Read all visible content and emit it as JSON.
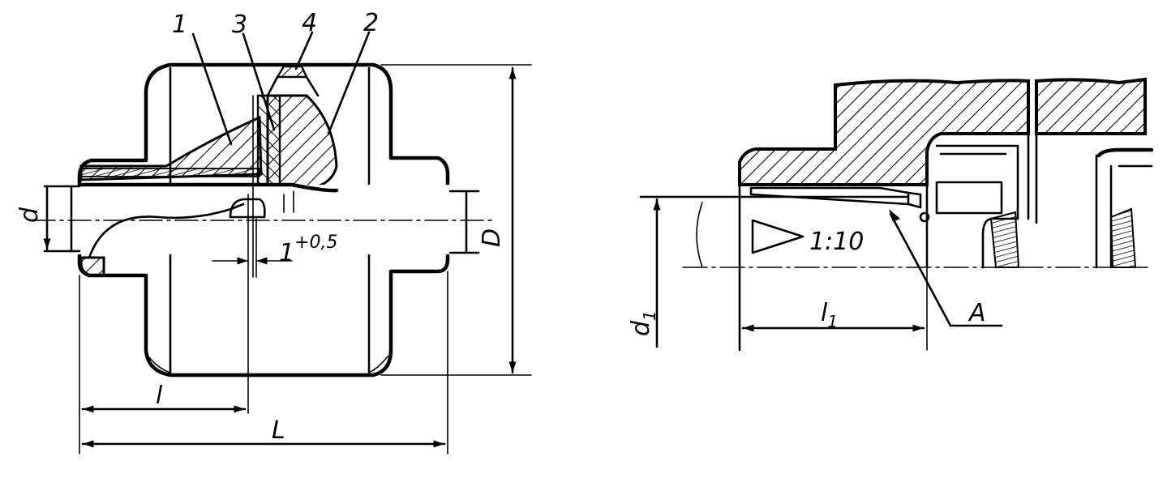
{
  "drawing": {
    "left_view": {
      "callouts": [
        "1",
        "3",
        "4",
        "2"
      ],
      "dim_d": "d",
      "dim_D": "D",
      "dim_l": "l",
      "dim_L": "L",
      "gap_base": "1",
      "gap_tol": "+0,5"
    },
    "right_view": {
      "taper": "1:10",
      "dim_d1": "d",
      "dim_d1_sub": "1",
      "dim_l1": "l",
      "dim_l1_sub": "1",
      "callout_A": "A"
    }
  }
}
